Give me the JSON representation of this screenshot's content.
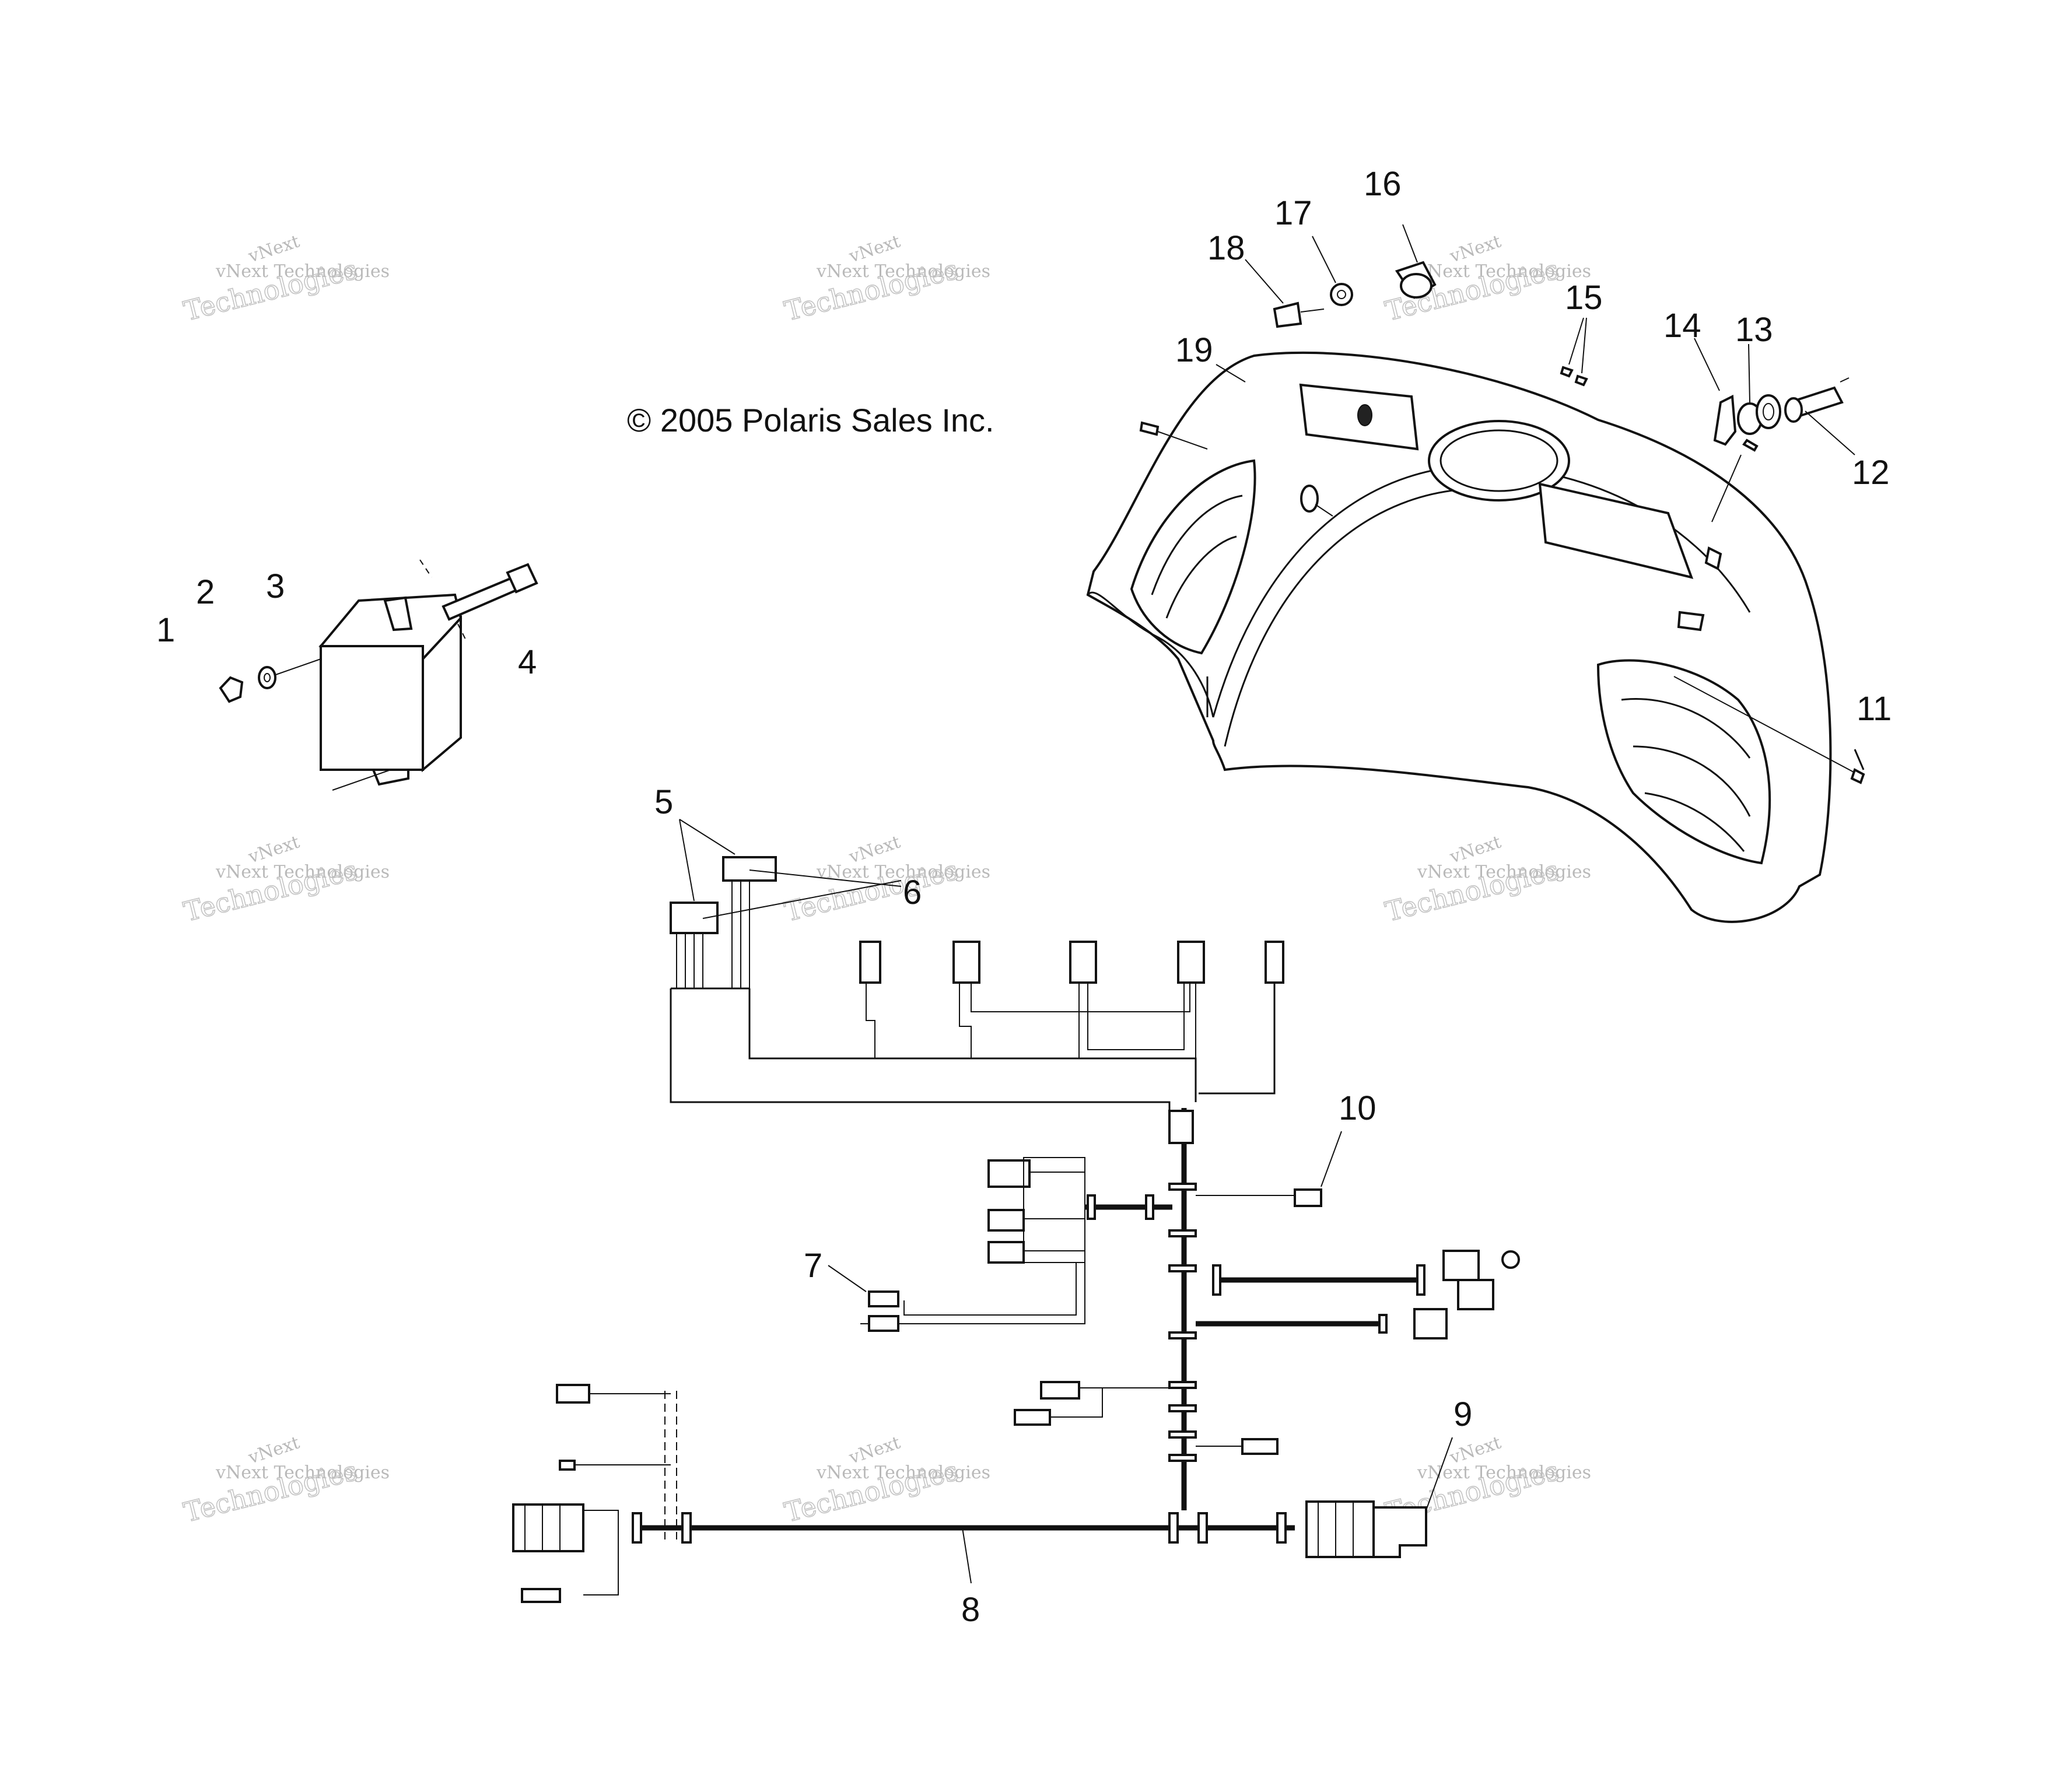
{
  "copyright": "© 2005 Polaris Sales Inc.",
  "watermark": {
    "line1": "vNext",
    "line2": "vNext Technologies",
    "line3": "Technologies"
  },
  "callouts": [
    "1",
    "2",
    "3",
    "4",
    "5",
    "6",
    "7",
    "8",
    "9",
    "10",
    "11",
    "12",
    "13",
    "14",
    "15",
    "16",
    "17",
    "18",
    "19"
  ]
}
